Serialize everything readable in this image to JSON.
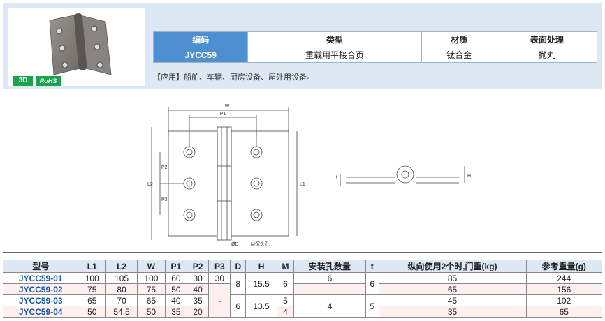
{
  "badges": {
    "three_d": "3D",
    "rohs": "RoHS"
  },
  "spec": {
    "headers": [
      "编码",
      "类型",
      "材质",
      "表面处理"
    ],
    "row": [
      "JYCC59",
      "重载用平接合页",
      "钛合金",
      "抛丸"
    ]
  },
  "application": "【应用】船舶、车辆、厨房设备、屋外用设备。",
  "drawing": {
    "labels": {
      "w": "W",
      "p1": "P1",
      "p2": "P2",
      "p3": "P3",
      "l2": "L2",
      "l1": "L1",
      "d": "ØD",
      "m": "M沉头孔",
      "t": "t",
      "h": "H"
    }
  },
  "table": {
    "headers": [
      "型号",
      "L1",
      "L2",
      "W",
      "P1",
      "P2",
      "P3",
      "D",
      "H",
      "M",
      "安装孔数量",
      "t",
      "纵向使用2个时,门重(kg)",
      "参考重量(g)"
    ],
    "rows": [
      {
        "model": "JYCC59-01",
        "l1": "100",
        "l2": "105",
        "w": "100",
        "p1": "60",
        "p2": "30",
        "p3": "30",
        "m": "6",
        "weight_door": "85",
        "weight_ref": "244"
      },
      {
        "model": "JYCC59-02",
        "l1": "75",
        "l2": "80",
        "w": "75",
        "p1": "50",
        "p2": "40",
        "weight_door": "65",
        "weight_ref": "156"
      },
      {
        "model": "JYCC59-03",
        "l1": "65",
        "l2": "70",
        "w": "65",
        "p1": "40",
        "p2": "35",
        "m": "5",
        "weight_door": "45",
        "weight_ref": "102"
      },
      {
        "model": "JYCC59-04",
        "l1": "50",
        "l2": "54.5",
        "w": "50",
        "p1": "35",
        "p2": "20",
        "m": "4",
        "weight_door": "35",
        "weight_ref": "65"
      }
    ],
    "merged": {
      "p3_group2": "-",
      "d_group1": "8",
      "h_group1": "15.5",
      "d_group2": "6",
      "h_group2": "13.5",
      "holes_group1": "6",
      "holes_group2": "4",
      "t_group1": "6",
      "t_group2": "5"
    }
  },
  "colors": {
    "accent": "#4d8fd0",
    "header_bg": "#dde8f4",
    "model_text": "#1a56a8",
    "badge_green": "#1aa34a"
  }
}
